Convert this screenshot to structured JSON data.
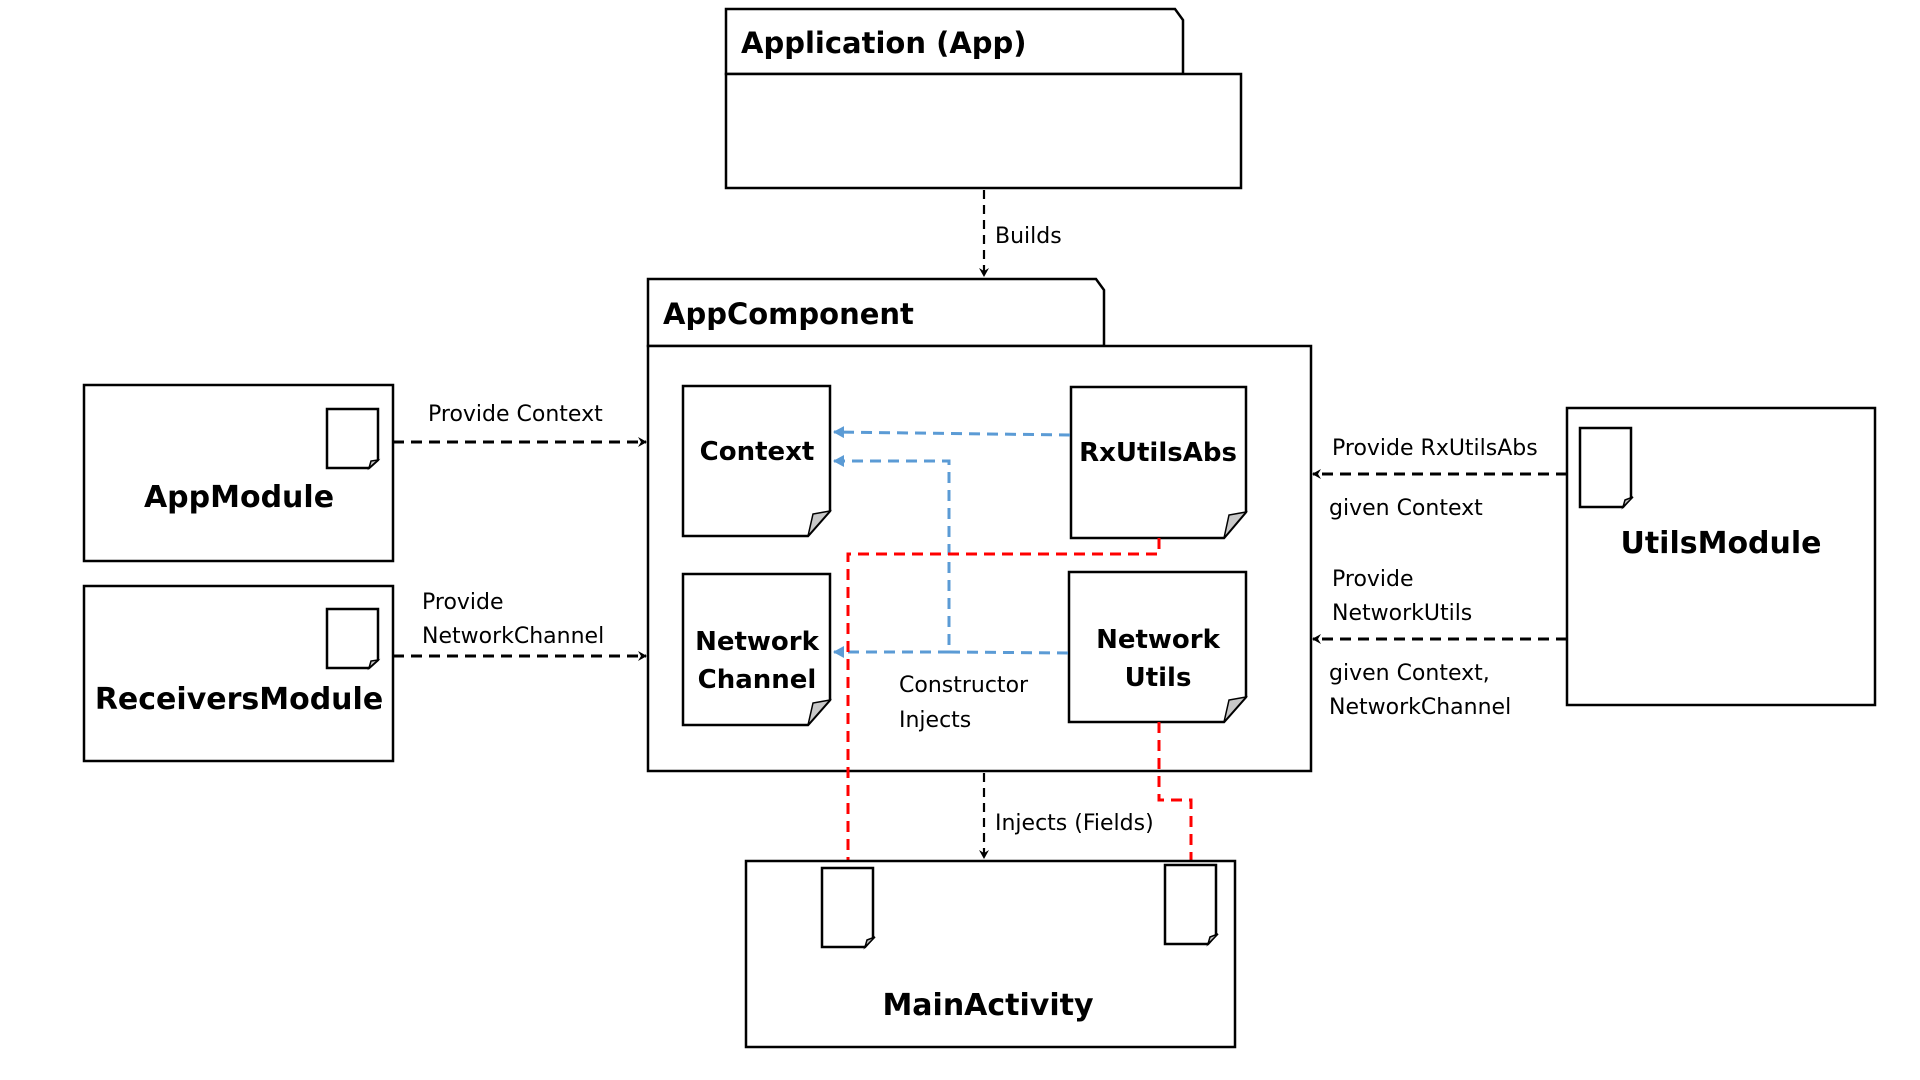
{
  "colors": {
    "provide_arrow": "#000000",
    "constructor_inject_arrow": "#5b9bd5",
    "field_inject_arrow": "#ff0000",
    "doc_fold": "#c8c8c8"
  },
  "nodes": {
    "application": {
      "title": "Application (App)",
      "kind": "package"
    },
    "app_component": {
      "title": "AppComponent",
      "kind": "package"
    },
    "app_module": {
      "title": "AppModule",
      "kind": "module"
    },
    "receivers_module": {
      "title": "ReceiversModule",
      "kind": "module"
    },
    "utils_module": {
      "title": "UtilsModule",
      "kind": "module"
    },
    "main_activity": {
      "title": "MainActivity",
      "kind": "activity"
    },
    "context": {
      "title": "Context",
      "kind": "document"
    },
    "rx_utils_abs": {
      "title": "RxUtilsAbs",
      "kind": "document"
    },
    "network_channel": {
      "title_line1": "Network",
      "title_line2": "Channel",
      "kind": "document"
    },
    "network_utils": {
      "title_line1": "Network",
      "title_line2": "Utils",
      "kind": "document"
    }
  },
  "edges": {
    "builds": {
      "label": "Builds",
      "from": "Application (App)",
      "to": "AppComponent"
    },
    "provide_context": {
      "label": "Provide Context",
      "from": "AppModule",
      "to": "AppComponent"
    },
    "provide_network_channel": {
      "label_line1": "Provide",
      "label_line2": "NetworkChannel",
      "from": "ReceiversModule",
      "to": "AppComponent"
    },
    "provide_rx_utils_abs": {
      "label_above": "Provide RxUtilsAbs",
      "label_below": "given Context",
      "from": "UtilsModule",
      "to": "AppComponent"
    },
    "provide_network_utils": {
      "label_above_line1": "Provide",
      "label_above_line2": "NetworkUtils",
      "label_below_line1": "given Context,",
      "label_below_line2": "NetworkChannel",
      "from": "UtilsModule",
      "to": "AppComponent"
    },
    "constructor_injects": {
      "label_line1": "Constructor",
      "label_line2": "Injects"
    },
    "injects_fields": {
      "label": "Injects (Fields)",
      "from": "AppComponent",
      "to": "MainActivity"
    }
  }
}
